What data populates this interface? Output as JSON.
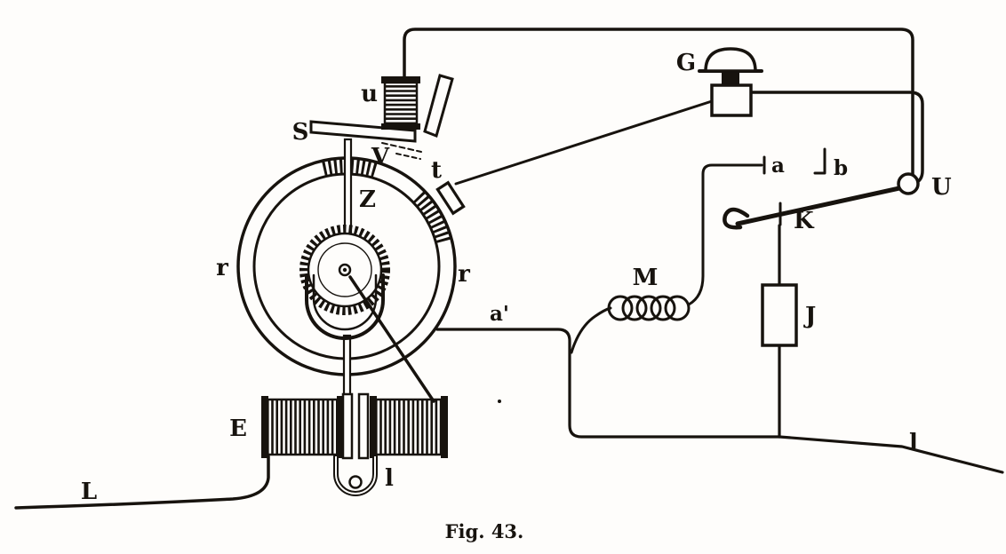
{
  "figure": {
    "caption": "Fig. 43."
  },
  "colors": {
    "ink": "#17130e",
    "paper": "#fefdfb"
  },
  "labels": {
    "S": "S",
    "u": "u",
    "V": "V",
    "Z": "Z",
    "t": "t",
    "r_left": "r",
    "r_right": "r",
    "a_prime": "a'",
    "E": "E",
    "l_armature": "l",
    "L": "L",
    "M": "M",
    "K": "K",
    "a": "a",
    "b": "b",
    "U": "U",
    "G": "G",
    "J": "J",
    "l_line": "l"
  }
}
